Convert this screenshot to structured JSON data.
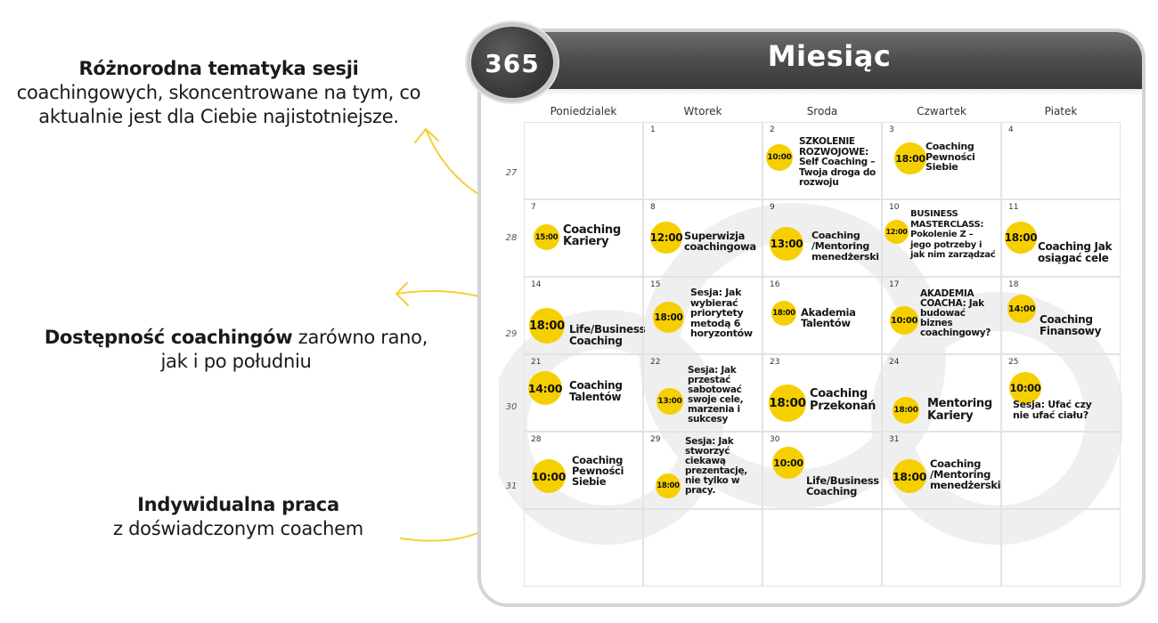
{
  "annotations": {
    "note1_bold": "Różnorodna tematyka sesji",
    "note1_rest": "coachingowych, skoncentrowane na tym, co aktualnie jest dla Ciebie najistotniejsze.",
    "note2_bold": "Dostępność coachingów",
    "note2_rest": "zarówno rano, jak i po południu",
    "note3_bold": "Indywidualna praca",
    "note3_rest": "z doświadczonym coachem"
  },
  "calendar": {
    "badge": "365",
    "title": "Miesiąc",
    "days": [
      "Poniedzialek",
      "Wtorek",
      "Sroda",
      "Czwartek",
      "Piatek"
    ],
    "weeks": [
      "27",
      "28",
      "29",
      "30",
      "31"
    ],
    "dates": [
      [
        "",
        "1",
        "2",
        "3",
        "4"
      ],
      [
        "7",
        "8",
        "9",
        "10",
        "11"
      ],
      [
        "14",
        "15",
        "16",
        "17",
        "18"
      ],
      [
        "21",
        "22",
        "23",
        "24",
        "25"
      ],
      [
        "28",
        "29",
        "30",
        "31",
        ""
      ]
    ],
    "events": [
      {
        "time": "10:00",
        "title": "SZKOLENIE\nROZWOJOWE:\nSelf Coaching –\nTwoja droga do\nrozwoju"
      },
      {
        "time": "18:00",
        "title": "Coaching\nPewności\nSiebie"
      },
      {
        "time": "15:00",
        "title": "Coaching\nKariery"
      },
      {
        "time": "12:00",
        "title": "Superwizja\ncoachingowa"
      },
      {
        "time": "13:00",
        "title": "Coaching\n/Mentoring\nmenedżerski"
      },
      {
        "time": "12:00",
        "title": "BUSINESS\nMASTERCLASS:\nPokolenie Z –\njego potrzeby i\njak nim zarządzać"
      },
      {
        "time": "18:00",
        "title": "Coaching Jak\nosiągać cele"
      },
      {
        "time": "18:00",
        "title": "Life/Business\nCoaching"
      },
      {
        "time": "18:00",
        "title": "Sesja: Jak\nwybierać\npriorytety\nmetodą 6\nhoryzontów"
      },
      {
        "time": "18:00",
        "title": "Akademia\nTalentów"
      },
      {
        "time": "10:00",
        "title": "AKADEMIA\nCOACHA: Jak\nbudować\nbiznes\ncoachingowy?"
      },
      {
        "time": "14:00",
        "title": "Coaching\nFinansowy"
      },
      {
        "time": "14:00",
        "title": "Coaching\nTalentów"
      },
      {
        "time": "13:00",
        "title": "Sesja: Jak\nprzestać\nsabotować\nswoje cele,\nmarzenia i\nsukcesy"
      },
      {
        "time": "18:00",
        "title": "Coaching\nPrzekonań"
      },
      {
        "time": "18:00",
        "title": "Mentoring\nKariery"
      },
      {
        "time": "10:00",
        "title": "Sesja: Ufać czy\nnie ufać ciału?"
      },
      {
        "time": "10:00",
        "title": "Coaching\nPewności\nSiebie"
      },
      {
        "time": "18:00",
        "title": "Sesja: Jak\nstworzyć\nciekawą\nprezentację,\nnie tylko w\npracy."
      },
      {
        "time": "10:00",
        "title": "Life/Business\nCoaching"
      },
      {
        "time": "18:00",
        "title": "Coaching\n/Mentoring\nmenedżerski"
      }
    ]
  },
  "colors": {
    "accent": "#f6cf00",
    "header_dark": "#4a4a4a",
    "frame": "#d4d4d4"
  }
}
